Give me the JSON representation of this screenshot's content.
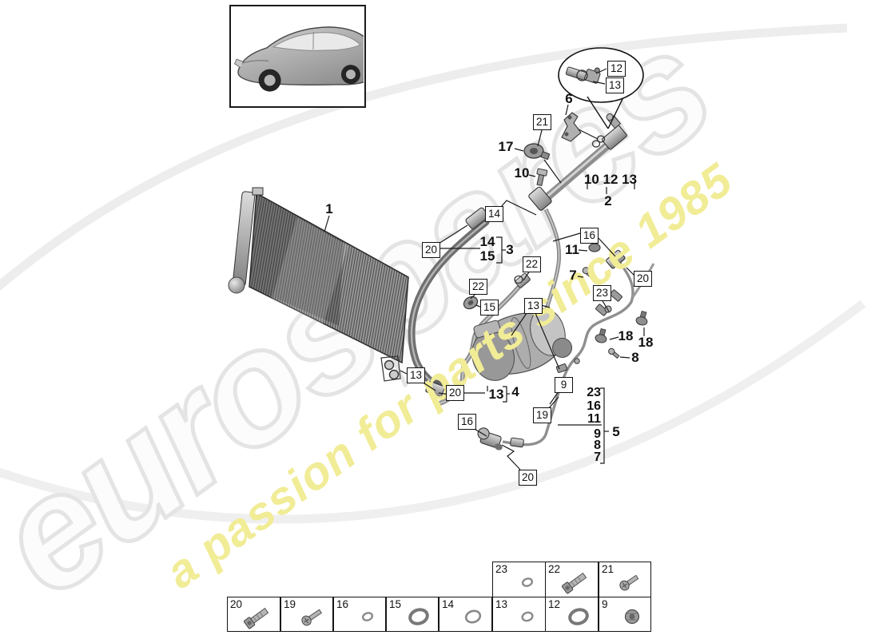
{
  "watermark": {
    "brand": "eurospares",
    "tagline": "a passion for parts since 1985",
    "brand_fill": "#fcfcfc",
    "brand_outline": "#e4e4e4",
    "tagline_color": "#f1ec96"
  },
  "callouts": {
    "n1": "1",
    "n2": "2",
    "n6": "6",
    "n7": "7",
    "n8": "8",
    "n10": "10",
    "n11": "11",
    "n17": "17",
    "n18a": "18",
    "n18b": "18",
    "group2": "10 12 13",
    "g3_14": "14",
    "g3_15": "15",
    "n3": "3",
    "g4_13": "13",
    "n4": "4",
    "g5_23": "23",
    "g5_16": "16",
    "g5_11": "11",
    "g5_9": "9",
    "g5_8": "8",
    "g5_7": "7",
    "n5": "5",
    "b12": "12",
    "b13": "13",
    "b21": "21",
    "b14": "14",
    "b20a": "20",
    "b16a": "16",
    "b22a": "22",
    "b22b": "22",
    "b15": "15",
    "b13b": "13",
    "b20b": "20",
    "b23": "23",
    "b13c": "13",
    "b20c": "20",
    "b16b": "16",
    "b19": "19",
    "b9": "9",
    "b20d": "20"
  },
  "legend": {
    "top": [
      {
        "n": "23",
        "icon": "o-ring-small-icon"
      },
      {
        "n": "22",
        "icon": "bolt-icon"
      },
      {
        "n": "21",
        "icon": "screw-icon"
      }
    ],
    "bottom": [
      {
        "n": "20",
        "icon": "bolt-icon"
      },
      {
        "n": "19",
        "icon": "screw-icon"
      },
      {
        "n": "16",
        "icon": "o-ring-small-icon"
      },
      {
        "n": "15",
        "icon": "o-ring-large-icon"
      },
      {
        "n": "14",
        "icon": "o-ring-medium-icon"
      },
      {
        "n": "13",
        "icon": "o-ring-small-icon"
      },
      {
        "n": "12",
        "icon": "o-ring-large-icon"
      },
      {
        "n": "9",
        "icon": "nut-icon"
      }
    ]
  }
}
